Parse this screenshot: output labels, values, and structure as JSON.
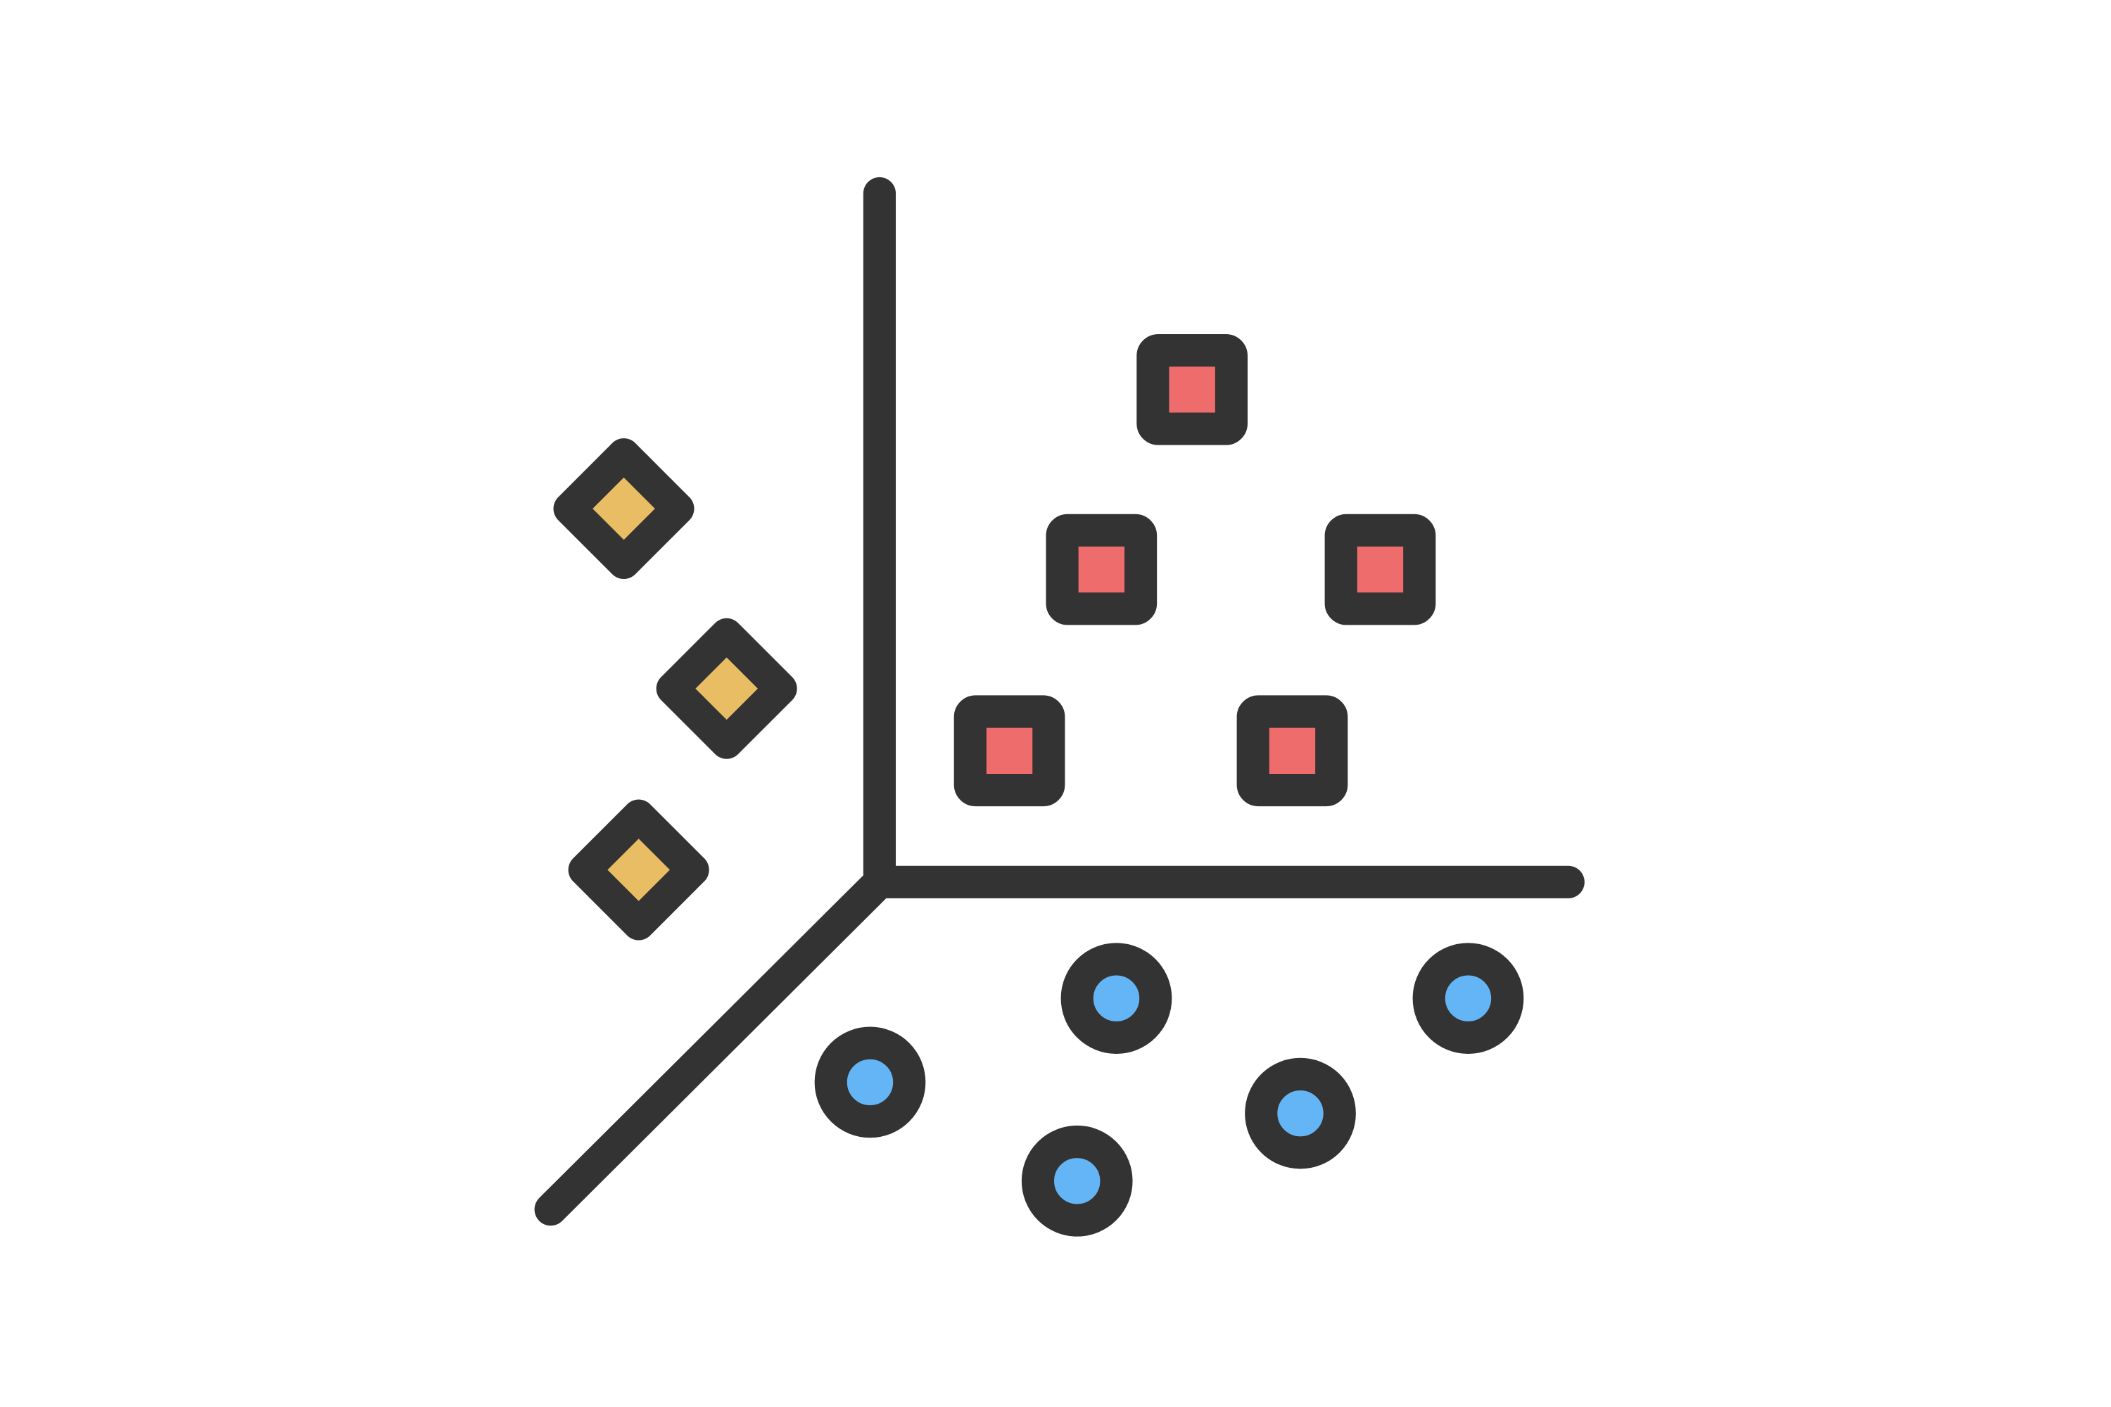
{
  "illustration": {
    "icon": "3d-scatter-plot-classification-icon",
    "colors": {
      "background": "#ffffff",
      "outline": "#333333",
      "diamond_fill": "#E8BD63",
      "square_fill": "#EF6C6C",
      "circle_fill": "#64B5F6"
    },
    "axes": [
      "vertical-axis",
      "horizontal-axis",
      "depth-axis"
    ],
    "clusters": [
      {
        "name": "diamond-cluster",
        "marker": "diamond",
        "count": 3
      },
      {
        "name": "square-cluster",
        "marker": "square",
        "count": 5
      },
      {
        "name": "circle-cluster",
        "marker": "circle",
        "count": 5
      }
    ]
  }
}
